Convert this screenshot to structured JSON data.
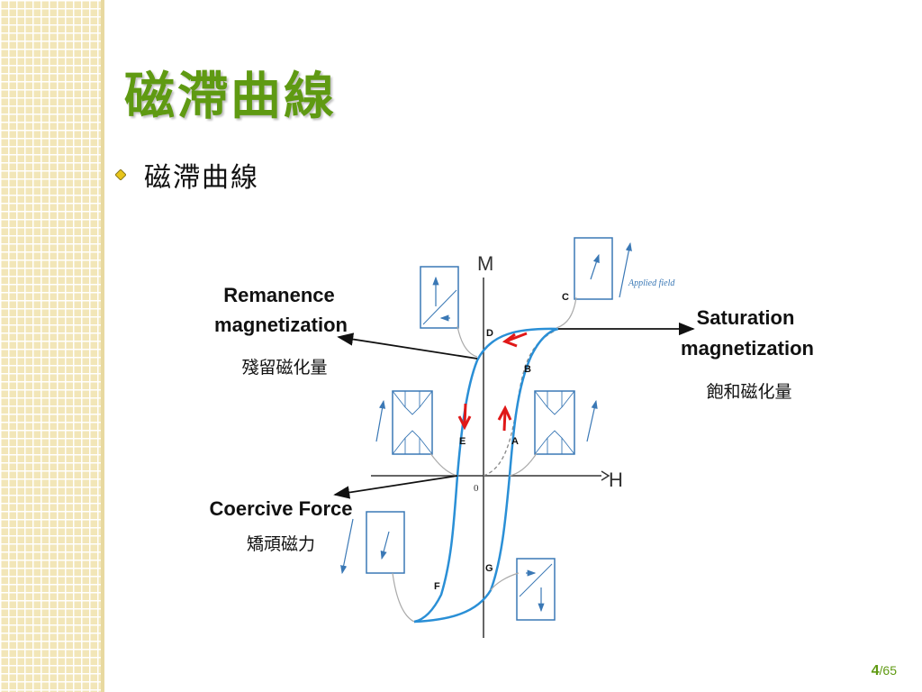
{
  "slide": {
    "title": "磁滯曲線",
    "bullet": "磁滯曲線",
    "page_current": "4",
    "page_total": "/65"
  },
  "diagram": {
    "axis_m": "M",
    "axis_h": "H",
    "origin": "0",
    "applied_field": "Applied field",
    "points": {
      "A": "A",
      "B": "B",
      "C": "C",
      "D": "D",
      "E": "E",
      "F": "F",
      "G": "G"
    },
    "remanence_line1": "Remanence",
    "remanence_line2": "magnetization",
    "remanence_zh": "殘留磁化量",
    "saturation_line1": "Saturation",
    "saturation_line2": "magnetization",
    "saturation_zh": "飽和磁化量",
    "coercive_en": "Coercive Force",
    "coercive_zh": "矯頑磁力"
  },
  "colors": {
    "title_green": "#5f9a12",
    "curve_blue": "#2a8fd6",
    "arrow_red": "#e01818",
    "box_blue": "#3a78b5",
    "bullet_yellow": "#e8c51a"
  }
}
